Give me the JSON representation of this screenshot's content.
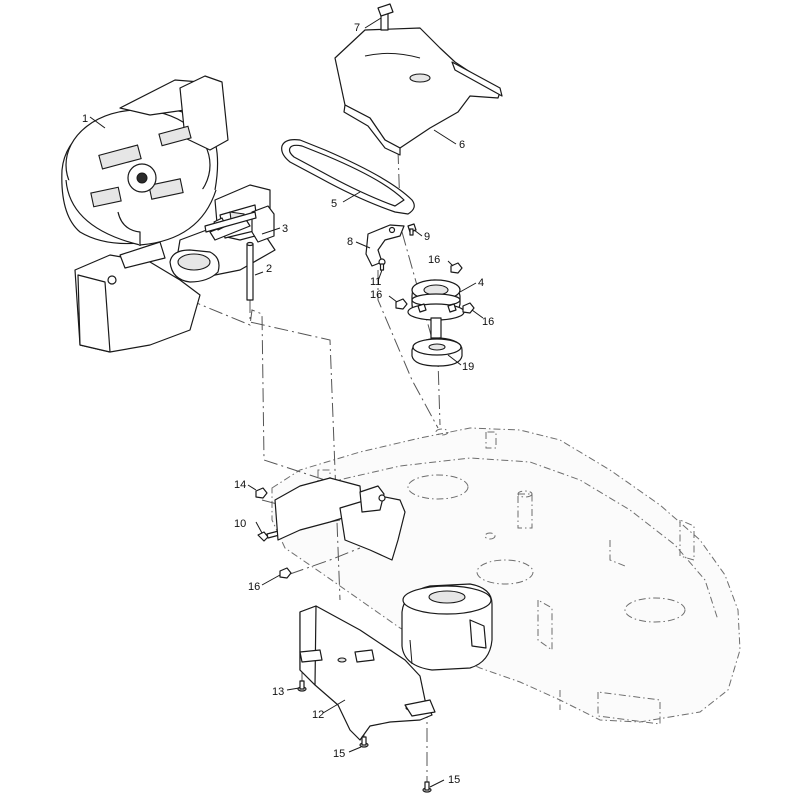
{
  "callouts": {
    "c1": "1",
    "c2": "2",
    "c3": "3",
    "c4": "4",
    "c5": "5",
    "c6": "6",
    "c7": "7",
    "c8": "8",
    "c9": "9",
    "c10": "10",
    "c11": "11",
    "c12": "12",
    "c13": "13",
    "c14": "14",
    "c15a": "15",
    "c15b": "15",
    "c16a": "16",
    "c16b": "16",
    "c16c": "16",
    "c16d": "16",
    "c19": "19"
  },
  "colors": {
    "line": "#1a1a1a",
    "ghost": "#6e6e6e",
    "background": "#ffffff"
  }
}
